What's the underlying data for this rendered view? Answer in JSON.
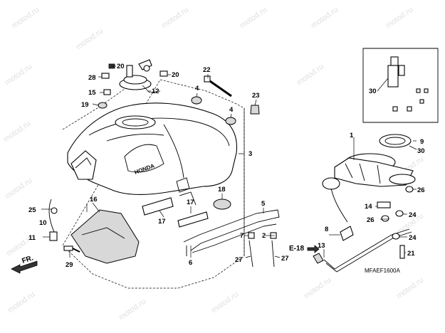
{
  "watermark": "motod.ru",
  "brand_on_tank": "HONDA",
  "diagram_code": "MFAEF1600A",
  "direction_arrow": {
    "label": "FR.",
    "icon": "front-direction-arrow"
  },
  "callouts": {
    "c1": "1",
    "c2": "2",
    "c3": "3",
    "c4a": "4",
    "c4b": "4",
    "c5": "5",
    "c6": "6",
    "c7": "7",
    "c8": "8",
    "c9": "9",
    "c10": "10",
    "c11": "11",
    "c12": "12",
    "c13": "13",
    "c14": "14",
    "c15": "15",
    "c16": "16",
    "c17a": "17",
    "c17b": "17",
    "c18": "18",
    "c19": "19",
    "c20a": "20",
    "c20b": "20",
    "c21": "21",
    "c22": "22",
    "c23": "23",
    "c24a": "24",
    "c24b": "24",
    "c25": "25",
    "c26a": "26",
    "c26b": "26",
    "c27a": "27",
    "c27b": "27",
    "c28": "28",
    "c29": "29",
    "c30a": "30",
    "c30b": "30"
  },
  "reference": "E-18"
}
